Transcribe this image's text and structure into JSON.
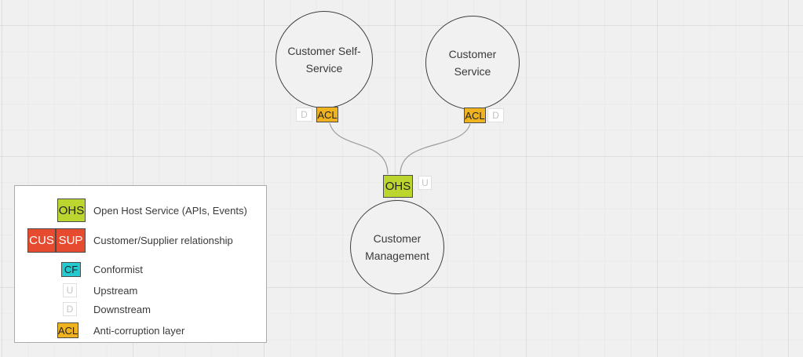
{
  "diagram": {
    "nodes": [
      {
        "id": "customer-self-service",
        "label": "Customer Self-Service"
      },
      {
        "id": "customer-service",
        "label": "Customer Service"
      },
      {
        "id": "customer-management",
        "label": "Customer Management"
      }
    ],
    "badges": {
      "css_downstream": "D",
      "css_acl": "ACL",
      "cs_acl": "ACL",
      "cs_downstream": "D",
      "cm_ohs": "OHS",
      "cm_upstream": "U"
    },
    "edges": [
      {
        "from": "customer-self-service",
        "to": "customer-management"
      },
      {
        "from": "customer-service",
        "to": "customer-management"
      }
    ]
  },
  "legend": {
    "items": [
      {
        "badge": "OHS",
        "label": "Open Host Service (APIs, Events)"
      },
      {
        "badge_left": "CUS",
        "badge_right": "SUP",
        "label": "Customer/Supplier relationship"
      },
      {
        "badge": "CF",
        "label": "Conformist"
      },
      {
        "badge": "U",
        "label": "Upstream"
      },
      {
        "badge": "D",
        "label": "Downstream"
      },
      {
        "badge": "ACL",
        "label": "Anti-corruption layer"
      }
    ]
  },
  "colors": {
    "background": "#f0f0f0",
    "ohs_green": "#bdd62f",
    "cus_sup_red": "#e74b2f",
    "cf_cyan": "#25c9d0",
    "acl_amber": "#f0b320",
    "upstream_downstream_bg": "#ffffff",
    "edge_gray": "#9b9b9b",
    "node_border": "#3f3f3f"
  }
}
